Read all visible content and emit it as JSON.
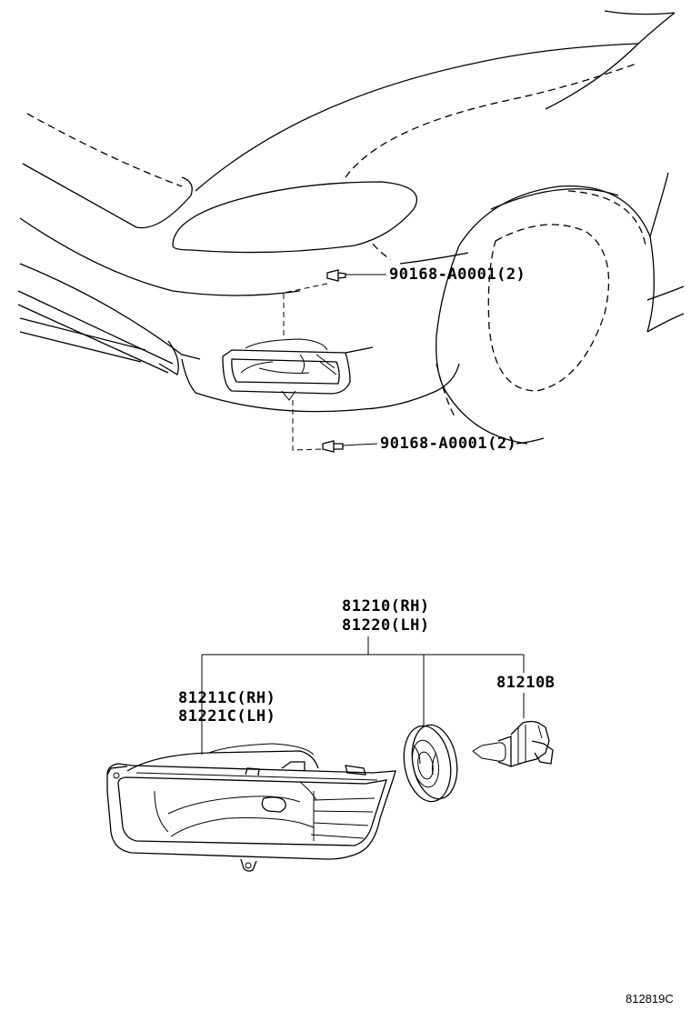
{
  "callouts": {
    "clip_upper": "90168-A0001(2)",
    "clip_lower": "90168-A0001(2)",
    "assy_rh": "81210(RH)",
    "assy_lh": "81220(LH)",
    "unit_rh": "81211C(RH)",
    "unit_lh": "81221C(LH)",
    "bulb": "81210B"
  },
  "reference_code": "812819C"
}
